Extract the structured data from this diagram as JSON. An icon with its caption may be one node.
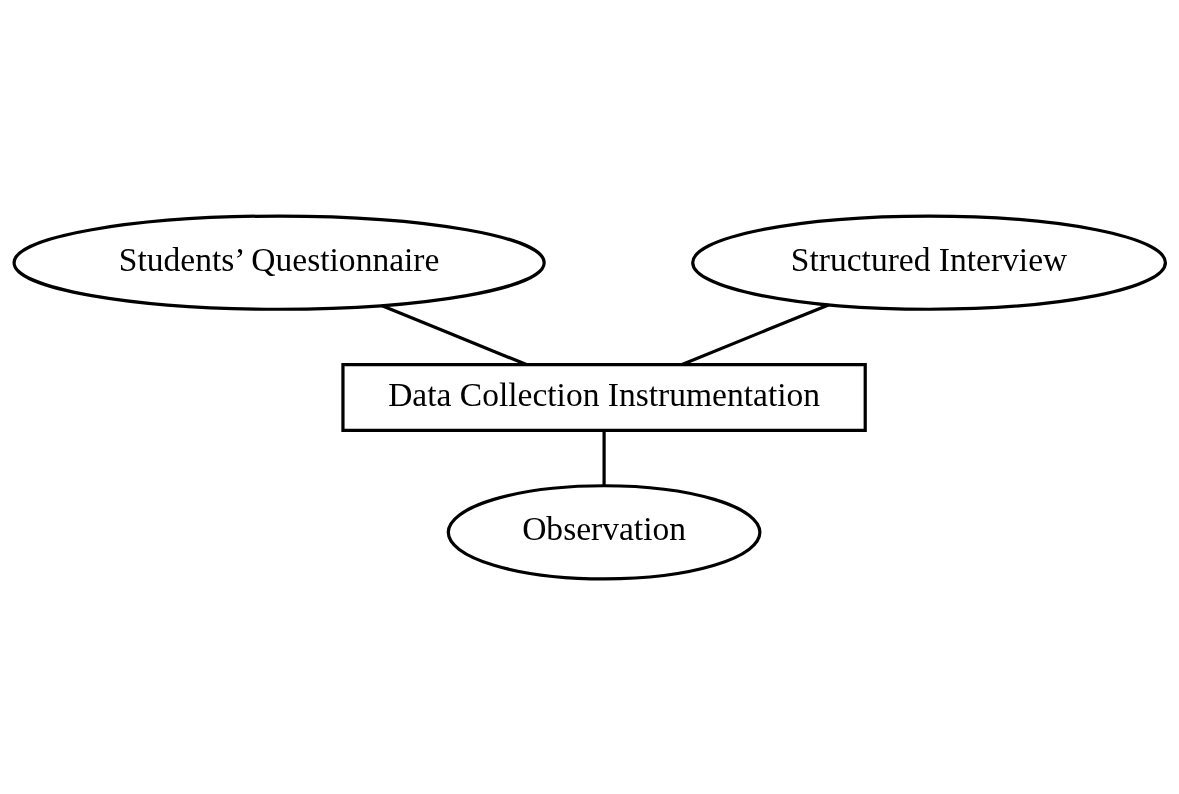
{
  "diagram": {
    "nodes": [
      {
        "text": [
          "Students’ Questionnaire"
        ]
      },
      {
        "text": [
          "Structured Interview"
        ]
      },
      {
        "text": [
          "Data Collection Instrumentation"
        ]
      },
      {
        "text": [
          "Observation"
        ]
      }
    ],
    "edges": [
      {
        "from": 0,
        "to": 2,
        "arrow": "none"
      },
      {
        "from": 1,
        "to": 2,
        "arrow": "none"
      },
      {
        "from": 2,
        "to": 3,
        "arrow": "none"
      }
    ]
  }
}
